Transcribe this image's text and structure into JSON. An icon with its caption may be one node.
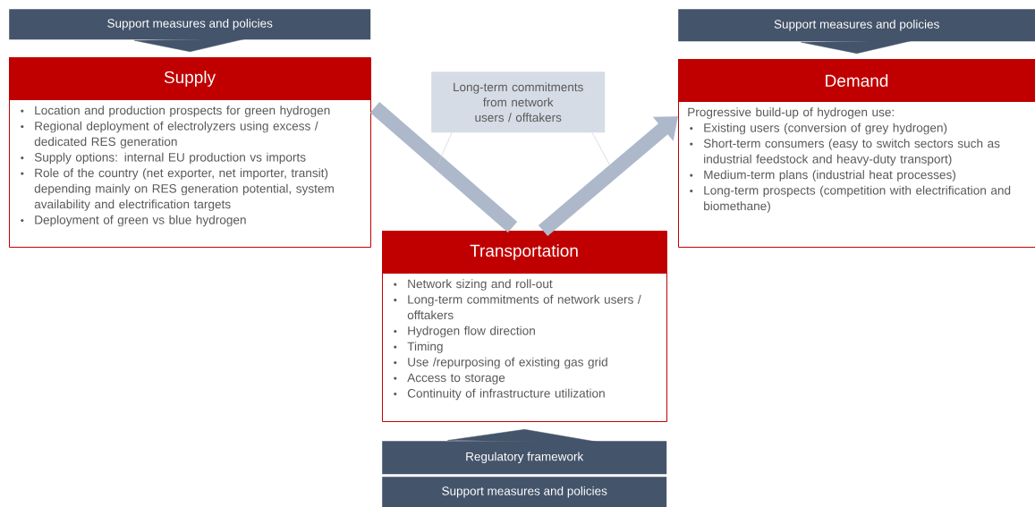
{
  "diagram": {
    "nodes": [
      {
        "text": [
          "Support measures and policies"
        ]
      },
      {
        "text": [
          "Supply",
          "Location and production prospects for green hydrogen",
          "Regional deployment of electrolyzers using excess / dedicated RES generation",
          "Supply options: internal EU production vs imports",
          "Role of the country (net exporter, net importer, transit) depending mainly on RES generation potential, system availability and electrification targets",
          "Deployment of green vs blue hydrogen"
        ]
      },
      {
        "text": [
          "Long-term commitments from network users / offtakers"
        ]
      },
      {
        "text": [
          "Transportation",
          "Network sizing and roll-out",
          "Long-term commitments of network users / offtakers",
          "Hydrogen flow direction",
          "Timing",
          "Use /repurposing of existing gas grid",
          "Access to storage",
          "Continuity of infrastructure utilization"
        ]
      },
      {
        "text": [
          "Demand",
          "Progressive build-up of hydrogen use:",
          "Existing users (conversion of grey hydrogen)",
          "Short-term consumers (easy to switch sectors such as industrial feedstock and heavy-duty transport)",
          "Medium-term plans (industrial heat processes)",
          "Long-term prospects (competition with electrification and biomethane)"
        ]
      },
      {
        "text": [
          "Support measures and policies"
        ]
      },
      {
        "text": [
          "Regulatory framework"
        ]
      },
      {
        "text": [
          "Support measures and policies"
        ]
      }
    ],
    "edges": [
      {
        "from": 0,
        "to": 1,
        "arrow": "to",
        "color": "#44546a"
      },
      {
        "from": 5,
        "to": 4,
        "arrow": "to",
        "color": "#44546a"
      },
      {
        "from": 6,
        "to": 3,
        "arrow": "to",
        "color": "#44546a"
      },
      {
        "from": 1,
        "to": 3,
        "arrow": "none",
        "style": "thick",
        "color": "#adb9ca"
      },
      {
        "from": 3,
        "to": 4,
        "arrow": "to",
        "style": "thick",
        "color": "#adb9ca"
      },
      {
        "from": 2,
        "to": null,
        "arrow": "none"
      },
      {
        "from": 2,
        "to": null,
        "arrow": "none"
      }
    ]
  }
}
